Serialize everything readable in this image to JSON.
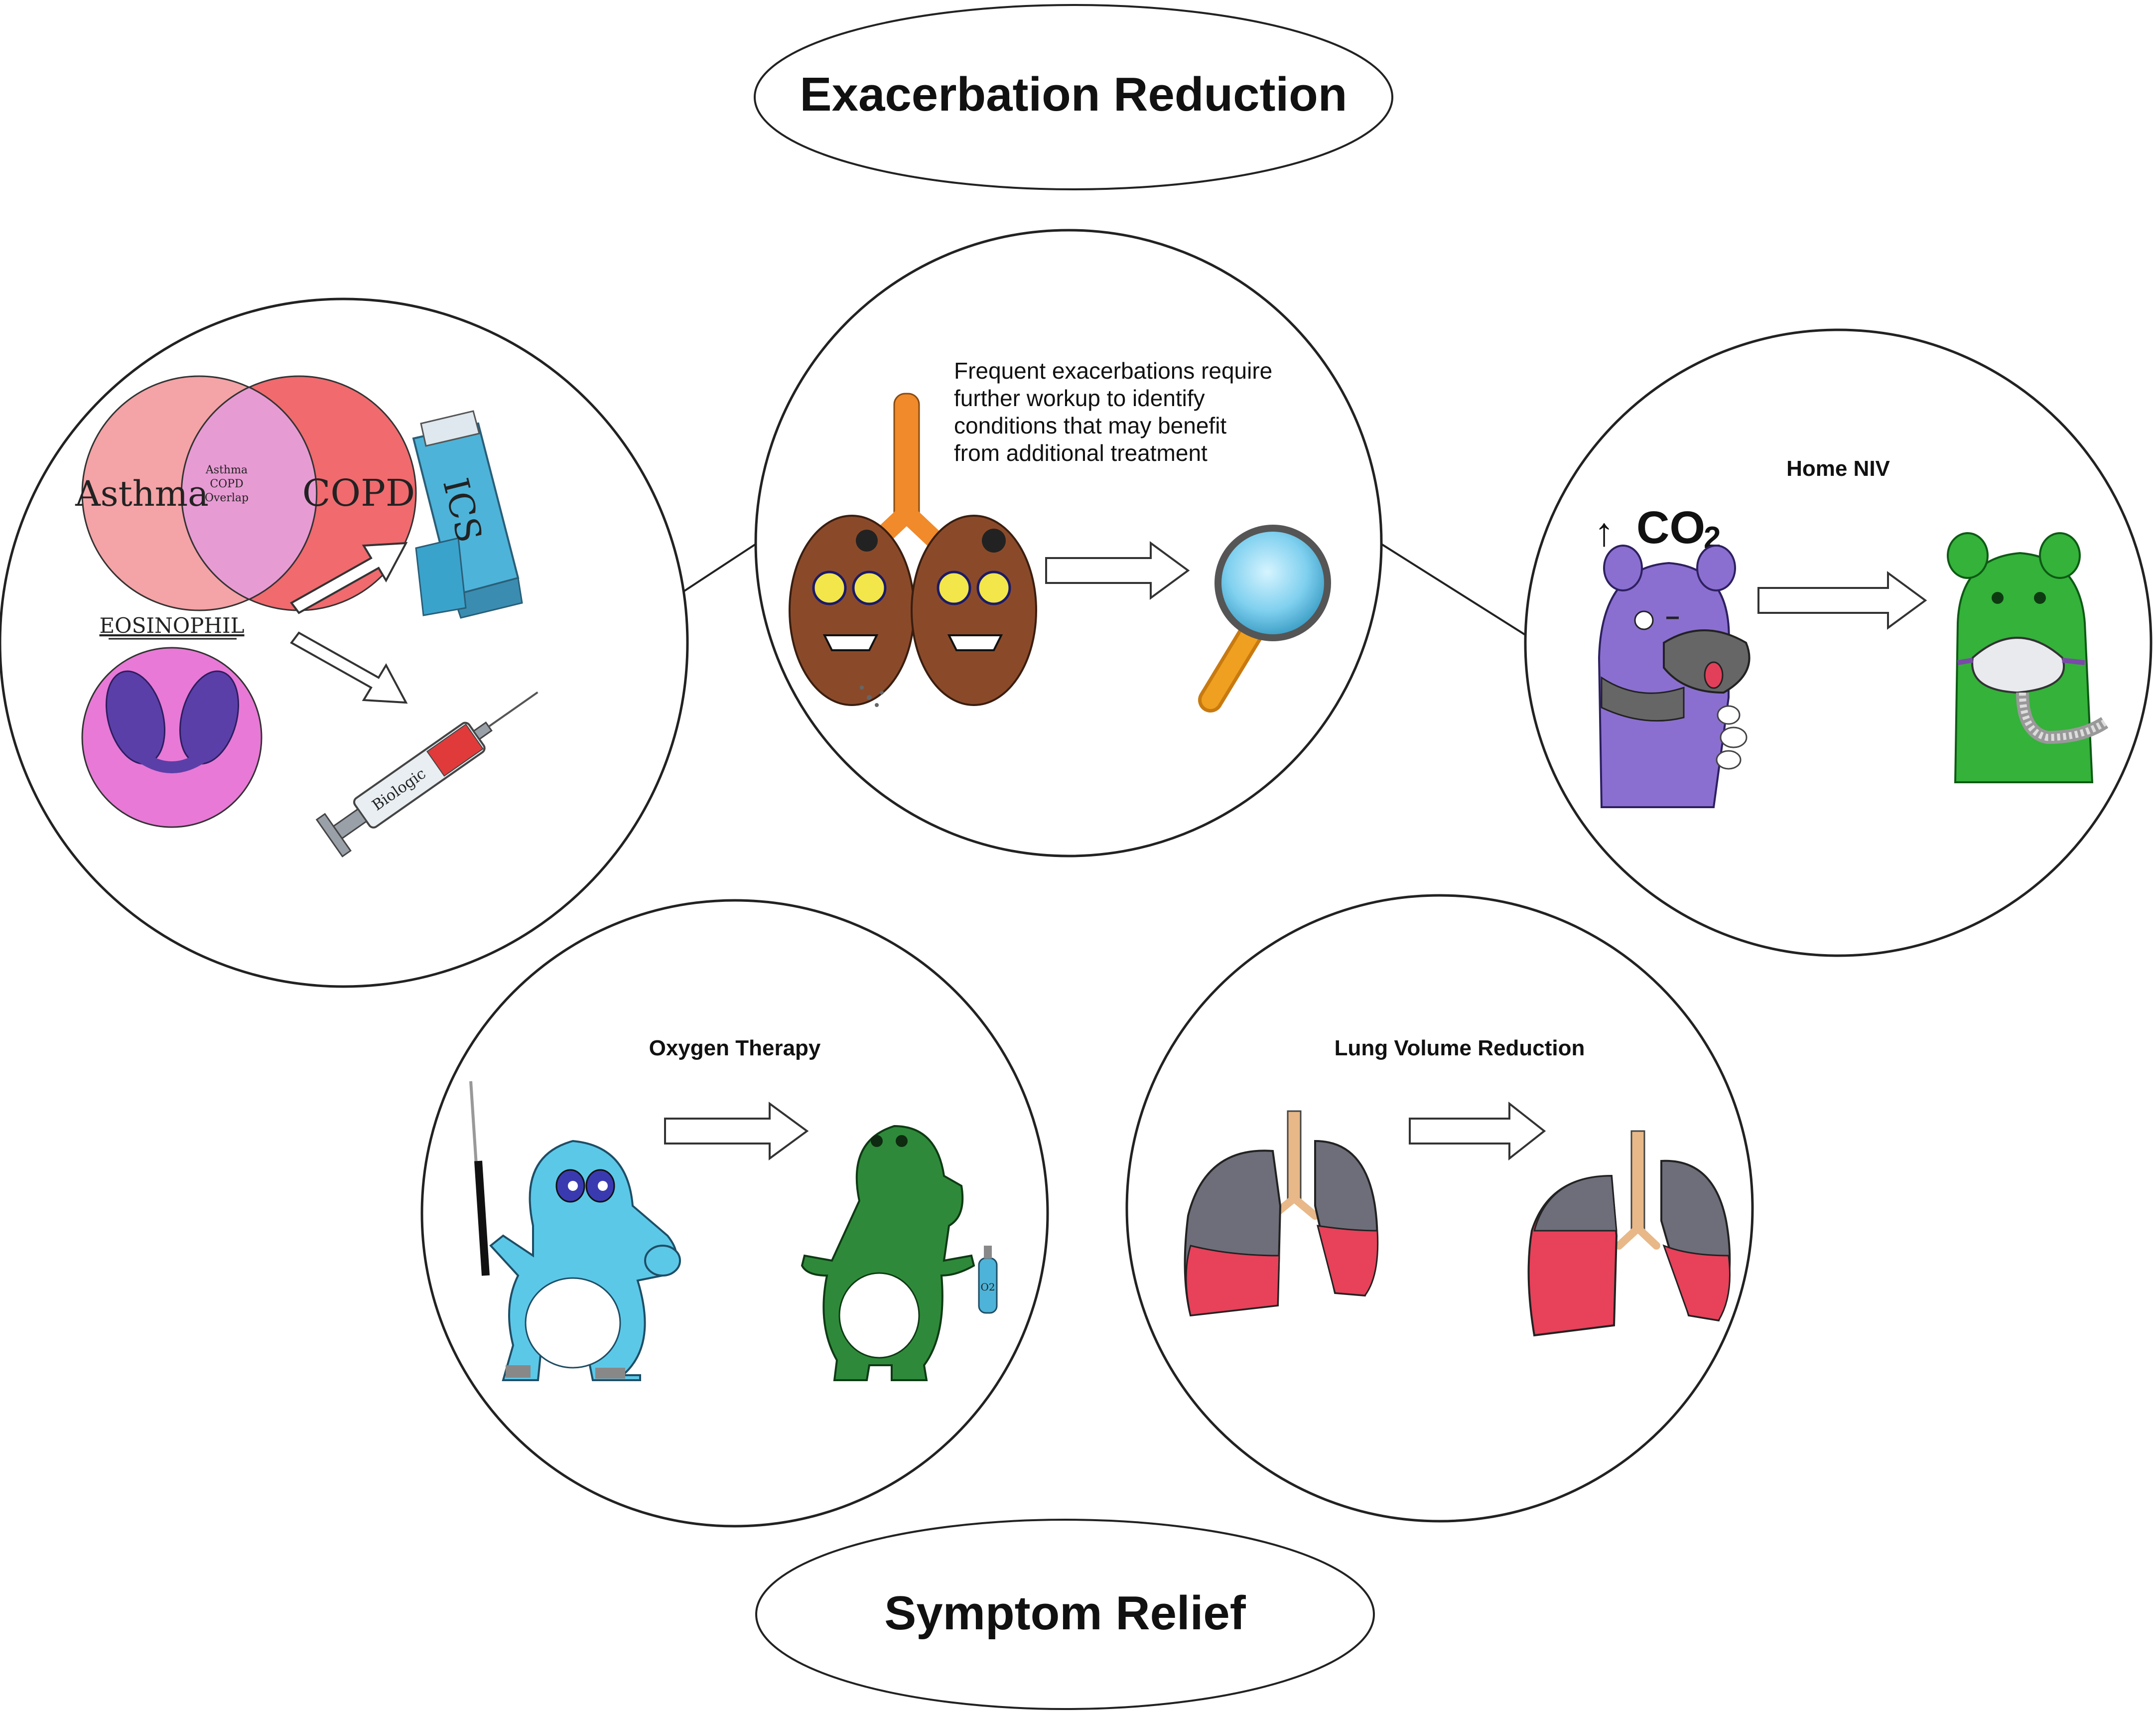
{
  "headers": {
    "top": "Exacerbation Reduction",
    "bottom": "Symptom Relief"
  },
  "panels": {
    "left": {
      "venn_left": "Asthma",
      "venn_right": "COPD",
      "venn_overlap_1": "Asthma",
      "venn_overlap_2": "COPD",
      "venn_overlap_3": "Overlap",
      "cell_label": "EOSINOPHIL",
      "inhaler_label": "ICS",
      "syringe_label": "Biologic"
    },
    "center": {
      "description_lines": [
        "Frequent exacerbations require",
        "further workup to identify",
        "conditions that may benefit",
        "from additional treatment"
      ]
    },
    "right": {
      "title": "Home NIV",
      "co2_arrow": "↑",
      "co2_main": "CO",
      "co2_sub": "2"
    },
    "bottom_left": {
      "title": "Oxygen Therapy",
      "tank_label": "O2"
    },
    "bottom_right": {
      "title": "Lung Volume Reduction"
    }
  },
  "colors": {
    "venn_asthma": "#f4a3a6",
    "venn_copd": "#f06a6e",
    "venn_overlap": "#e79bd3",
    "eosinophil_cell": "#e879d6",
    "eosinophil_nucleus": "#5b3fa8",
    "inhaler": "#4eb3d8",
    "lung_brown": "#8a4a2a",
    "trachea_orange": "#f08a2a",
    "magnifier_lens": "#7fd0ef",
    "magnifier_handle": "#f0a020",
    "sick_character": "#8a6fd0",
    "healthy_character": "#34b23a",
    "hippo_sick": "#5cc8e8",
    "hippo_healthy": "#2e8a3a",
    "lung_gray": "#6e6e7a",
    "lung_red": "#e8415a"
  }
}
